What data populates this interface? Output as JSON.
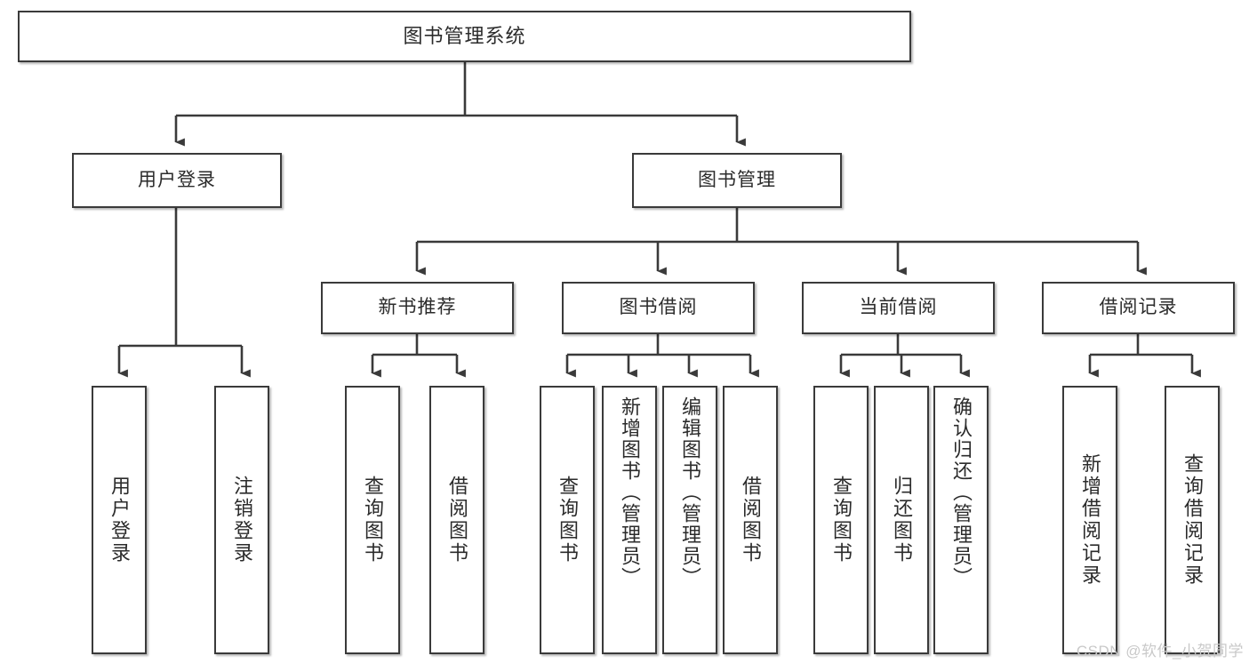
{
  "diagram": {
    "title": "图书管理系统",
    "type": "tree-structure-chart",
    "line_color": "#3a3a3a",
    "box_border_color": "#3a3a3a",
    "box_fill_color": "#ffffff",
    "background_color": "#ffffff"
  },
  "root": {
    "label": "图书管理系统"
  },
  "tier1": [
    {
      "label": "用户登录"
    },
    {
      "label": "图书管理"
    }
  ],
  "tier2": [
    {
      "label": "新书推荐"
    },
    {
      "label": "图书借阅"
    },
    {
      "label": "当前借阅"
    },
    {
      "label": "借阅记录"
    }
  ],
  "leaves": {
    "user_login": [
      {
        "label": "用户登录"
      },
      {
        "label": "注销登录"
      }
    ],
    "new_book_recommend": [
      {
        "label": "查询图书"
      },
      {
        "label": "借阅图书"
      }
    ],
    "book_borrow": [
      {
        "label": "查询图书"
      },
      {
        "label": "新增图书（管理员）"
      },
      {
        "label": "编辑图书（管理员）"
      },
      {
        "label": "借阅图书"
      }
    ],
    "current_borrow": [
      {
        "label": "查询图书"
      },
      {
        "label": "归还图书"
      },
      {
        "label": "确认归还（管理员）"
      }
    ],
    "borrow_record": [
      {
        "label": "新增借阅记录"
      },
      {
        "label": "查询借阅记录"
      }
    ]
  },
  "watermark": {
    "text": "CSDN @软件_小贺同学"
  }
}
